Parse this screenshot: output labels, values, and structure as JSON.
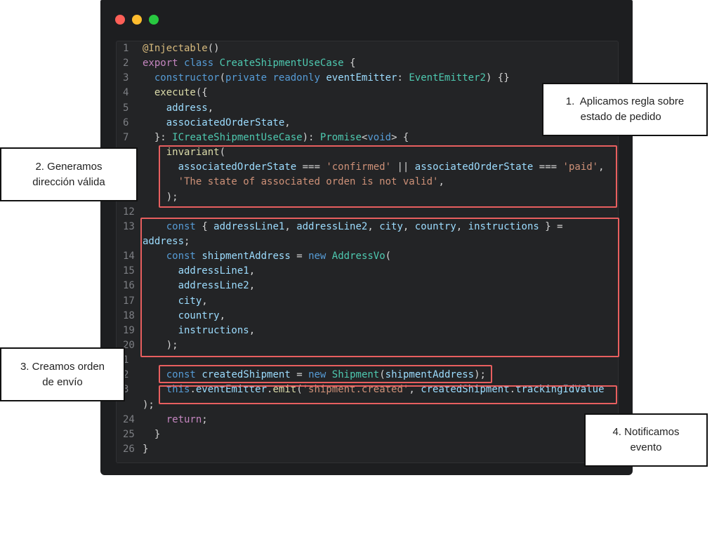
{
  "editor": {
    "lines": [
      {
        "n": "1",
        "html": "<span class='t-dec'>@Injectable</span><span class='t-pun'>()</span>"
      },
      {
        "n": "2",
        "html": "<span class='t-kw'>export</span> <span class='t-kw2'>class</span> <span class='t-cls'>CreateShipmentUseCase</span> <span class='t-pun'>{</span>"
      },
      {
        "n": "3",
        "html": "  <span class='t-kw2'>constructor</span><span class='t-pun'>(</span><span class='t-kw2'>private</span> <span class='t-kw2'>readonly</span> <span class='t-var'>eventEmitter</span><span class='t-pun'>: </span><span class='t-cls'>EventEmitter2</span><span class='t-pun'>) {}</span>"
      },
      {
        "n": "4",
        "html": "  <span class='t-fn'>execute</span><span class='t-pun'>({</span>"
      },
      {
        "n": "5",
        "html": "    <span class='t-var'>address</span><span class='t-pun'>,</span>"
      },
      {
        "n": "6",
        "html": "    <span class='t-var'>associatedOrderState</span><span class='t-pun'>,</span>"
      },
      {
        "n": "7",
        "html": "  <span class='t-pun'>}: </span><span class='t-cls'>ICreateShipmentUseCase</span><span class='t-pun'>): </span><span class='t-cls'>Promise</span><span class='t-pun'>&lt;</span><span class='t-kw2'>void</span><span class='t-pun'>&gt; {</span>"
      },
      {
        "n": "",
        "html": "    <span class='t-fn'>invariant</span><span class='t-pun'>(</span>"
      },
      {
        "n": "",
        "html": "      <span class='t-var'>associatedOrderState</span> <span class='t-pun'>===</span> <span class='t-str'>'confirmed'</span> <span class='t-pun'>||</span> <span class='t-var'>associatedOrderState</span> <span class='t-pun'>===</span> <span class='t-str'>'paid'</span><span class='t-pun'>,</span>"
      },
      {
        "n": "",
        "html": "      <span class='t-str'>'The state of associated orden is not valid'</span><span class='t-pun'>,</span>"
      },
      {
        "n": "",
        "html": "    <span class='t-pun'>);</span>"
      },
      {
        "n": "12",
        "html": ""
      },
      {
        "n": "13",
        "html": "    <span class='t-kw2'>const</span> <span class='t-pun'>{ </span><span class='t-var'>addressLine1</span><span class='t-pun'>, </span><span class='t-var'>addressLine2</span><span class='t-pun'>, </span><span class='t-var'>city</span><span class='t-pun'>, </span><span class='t-var'>country</span><span class='t-pun'>, </span><span class='t-var'>instructions</span> <span class='t-pun'>} =</span>"
      },
      {
        "n": "",
        "html": "<span class='t-var'>address</span><span class='t-pun'>;</span>"
      },
      {
        "n": "14",
        "html": "    <span class='t-kw2'>const</span> <span class='t-var'>shipmentAddress</span> <span class='t-pun'>=</span> <span class='t-kw2'>new</span> <span class='t-cls'>AddressVo</span><span class='t-pun'>(</span>"
      },
      {
        "n": "15",
        "html": "      <span class='t-var'>addressLine1</span><span class='t-pun'>,</span>"
      },
      {
        "n": "16",
        "html": "      <span class='t-var'>addressLine2</span><span class='t-pun'>,</span>"
      },
      {
        "n": "17",
        "html": "      <span class='t-var'>city</span><span class='t-pun'>,</span>"
      },
      {
        "n": "18",
        "html": "      <span class='t-var'>country</span><span class='t-pun'>,</span>"
      },
      {
        "n": "19",
        "html": "      <span class='t-var'>instructions</span><span class='t-pun'>,</span>"
      },
      {
        "n": "20",
        "html": "    <span class='t-pun'>);</span>"
      },
      {
        "n": "1",
        "html": ""
      },
      {
        "n": "2",
        "html": "    <span class='t-kw2'>const</span> <span class='t-var'>createdShipment</span> <span class='t-pun'>=</span> <span class='t-kw2'>new</span> <span class='t-cls'>Shipment</span><span class='t-pun'>(</span><span class='t-var'>shipmentAddress</span><span class='t-pun'>);</span>"
      },
      {
        "n": "3",
        "html": "    <span class='t-kw2'>this</span><span class='t-pun'>.</span><span class='t-var'>eventEmitter</span><span class='t-pun'>.</span><span class='t-fn'>emit</span><span class='t-pun'>(</span><span class='t-str'>'shipment.created'</span><span class='t-pun'>, </span><span class='t-var'>createdShipment</span><span class='t-pun'>.</span><span class='t-var'>trackingIdValue</span>"
      },
      {
        "n": "",
        "html": "<span class='t-pun'>);</span>"
      },
      {
        "n": "24",
        "html": "    <span class='t-kw'>return</span><span class='t-pun'>;</span>"
      },
      {
        "n": "25",
        "html": "  <span class='t-pun'>}</span>"
      },
      {
        "n": "26",
        "html": "<span class='t-pun'>}</span>"
      }
    ]
  },
  "callouts": {
    "c1": "1.  Aplicamos regla sobre\n     estado de pedido",
    "c2": "2. Generamos\ndirección válida",
    "c3": "3. Creamos orden\nde envío",
    "c4": "4. Notificamos\nevento"
  }
}
